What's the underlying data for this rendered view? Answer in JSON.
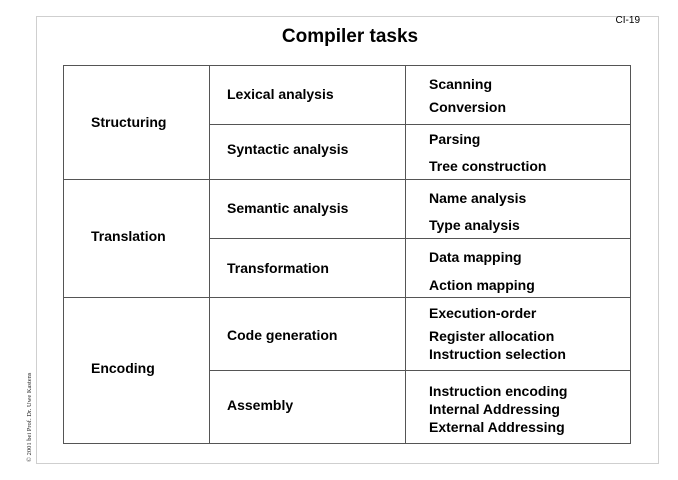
{
  "slide_id": "CI-19",
  "title": "Compiler tasks",
  "copyright": "© 2001 bei Prof. Dr. Uwe Kastens",
  "groups": [
    {
      "label": "Structuring",
      "phases": [
        {
          "label": "Lexical analysis",
          "tasks": [
            "Scanning",
            "Conversion"
          ]
        },
        {
          "label": "Syntactic analysis",
          "tasks": [
            "Parsing",
            "Tree construction"
          ]
        }
      ]
    },
    {
      "label": "Translation",
      "phases": [
        {
          "label": "Semantic analysis",
          "tasks": [
            "Name analysis",
            "Type analysis"
          ]
        },
        {
          "label": "Transformation",
          "tasks": [
            "Data mapping",
            "Action mapping"
          ]
        }
      ]
    },
    {
      "label": "Encoding",
      "phases": [
        {
          "label": "Code generation",
          "tasks": [
            "Execution-order",
            "Register allocation",
            "Instruction selection"
          ]
        },
        {
          "label": "Assembly",
          "tasks": [
            "Instruction encoding",
            "Internal Addressing",
            "External Addressing"
          ]
        }
      ]
    }
  ]
}
